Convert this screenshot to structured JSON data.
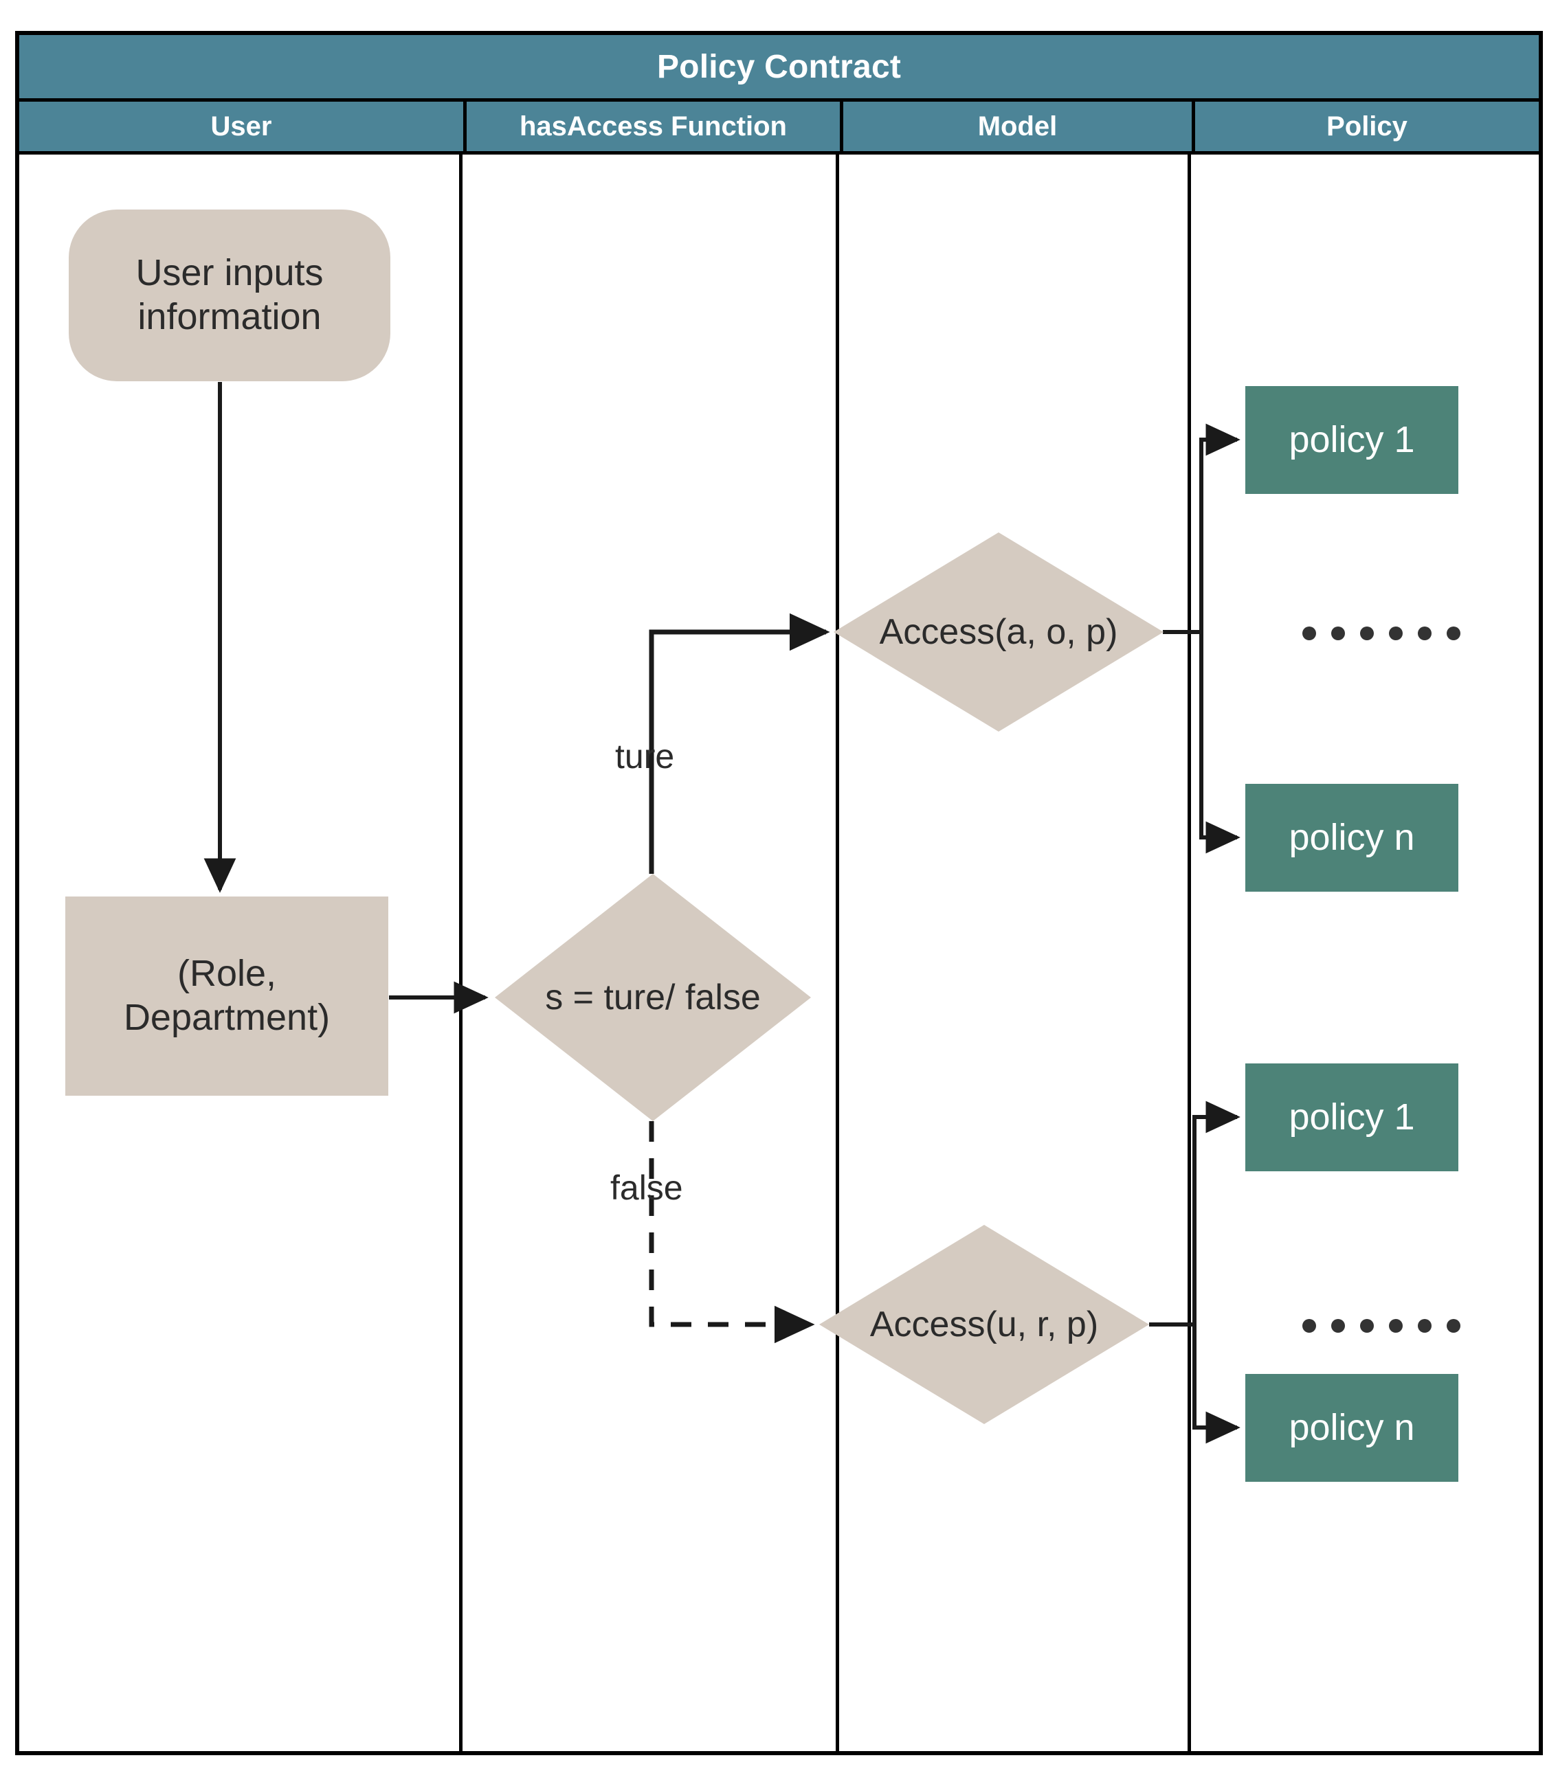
{
  "diagram": {
    "title": "Policy Contract",
    "type": "swimlane-flowchart",
    "lanes": [
      {
        "id": "user",
        "label": "User"
      },
      {
        "id": "hasaccess",
        "label": "hasAccess Function"
      },
      {
        "id": "model",
        "label": "Model"
      },
      {
        "id": "policy",
        "label": "Policy"
      }
    ],
    "nodes": {
      "user_input": {
        "label": "User inputs information",
        "shape": "rounded-rectangle",
        "lane": "User",
        "fill": "#d5cbc1"
      },
      "role_department": {
        "label": "(Role, Department)",
        "shape": "rectangle",
        "lane": "User",
        "fill": "#d5cbc1"
      },
      "decision": {
        "label": "s = ture/ false",
        "shape": "diamond",
        "lane": "hasAccess Function",
        "fill": "#d5cbc1"
      },
      "access_aop": {
        "label": "Access(a, o, p)",
        "shape": "diamond",
        "lane": "Model",
        "fill": "#d5cbc1"
      },
      "access_urp": {
        "label": "Access(u, r, p)",
        "shape": "diamond",
        "lane": "Model",
        "fill": "#d5cbc1"
      },
      "policy_top_1": {
        "label": "policy 1",
        "shape": "rectangle",
        "lane": "Policy",
        "fill": "#4d8378"
      },
      "policy_top_n": {
        "label": "policy n",
        "shape": "rectangle",
        "lane": "Policy",
        "fill": "#4d8378"
      },
      "policy_bottom_1": {
        "label": "policy 1",
        "shape": "rectangle",
        "lane": "Policy",
        "fill": "#4d8378"
      },
      "policy_bottom_n": {
        "label": "policy n",
        "shape": "rectangle",
        "lane": "Policy",
        "fill": "#4d8378"
      }
    },
    "edge_labels": {
      "true_branch": "ture",
      "false_branch": "false"
    },
    "ellipsis": "••••••",
    "colors": {
      "header": "#4c8497",
      "process": "#d5cbc1",
      "policy": "#4d8378",
      "line": "#1a1a1a",
      "text_dark": "#2b2b2b",
      "text_light": "#ffffff"
    }
  }
}
